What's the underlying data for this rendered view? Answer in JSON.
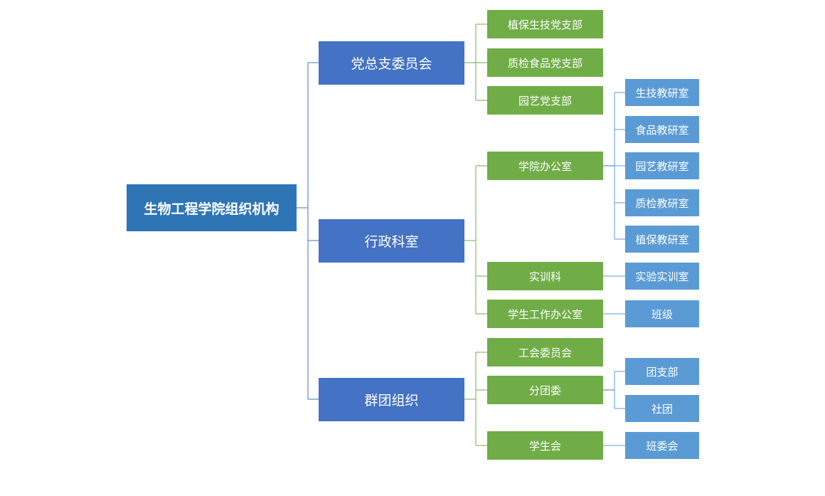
{
  "root": {
    "label": "生物工程学院组织机构"
  },
  "departments": [
    {
      "label": "党总支委员会",
      "units": [
        {
          "label": "植保生技党支部",
          "subunits": []
        },
        {
          "label": "质检食品党支部",
          "subunits": []
        },
        {
          "label": "园艺党支部",
          "subunits": []
        }
      ]
    },
    {
      "label": "行政科室",
      "units": [
        {
          "label": "学院办公室",
          "subunits": [
            {
              "label": "生技教研室"
            },
            {
              "label": "食品教研室"
            },
            {
              "label": "园艺教研室"
            },
            {
              "label": "质检教研室"
            },
            {
              "label": "植保教研室"
            }
          ]
        },
        {
          "label": "实训科",
          "subunits": [
            {
              "label": "实验实训室"
            }
          ]
        },
        {
          "label": "学生工作办公室",
          "subunits": [
            {
              "label": "班级"
            }
          ]
        }
      ]
    },
    {
      "label": "群团组织",
      "units": [
        {
          "label": "工会委员会",
          "subunits": []
        },
        {
          "label": "分团委",
          "subunits": [
            {
              "label": "团支部"
            },
            {
              "label": "社团"
            }
          ]
        },
        {
          "label": "学生会",
          "subunits": [
            {
              "label": "班委会"
            }
          ]
        }
      ]
    }
  ],
  "colors": {
    "root": "#2e75b6",
    "department": "#4472c4",
    "unit": "#70ad47",
    "subunit": "#5b9bd5",
    "connector_blue": "#4472c4",
    "connector_green": "#70ad47",
    "connector_lightblue": "#5b9bd5"
  }
}
